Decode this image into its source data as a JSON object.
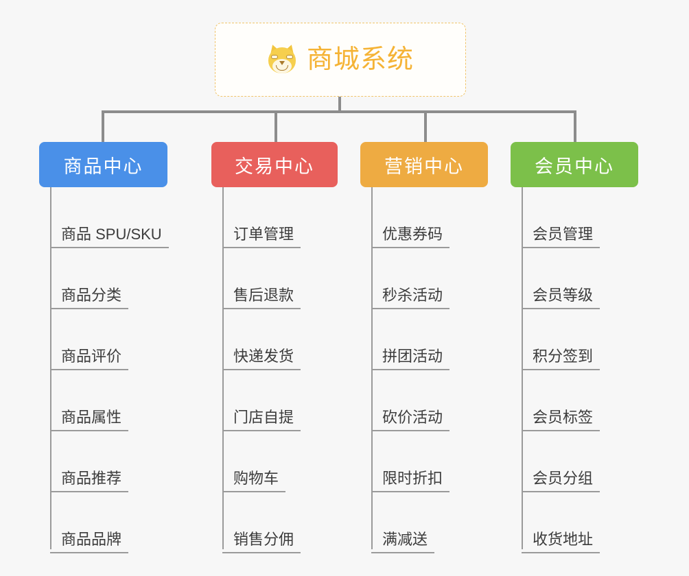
{
  "root": {
    "icon": "shiba-dog-icon",
    "title": "商城系统",
    "border_color": "#f0c46a",
    "text_color": "#f5b335"
  },
  "canvas": {
    "background": "#f7f7f7",
    "connector_color": "#8c8c8c",
    "trunk_color": "#9a9a9a",
    "leaf_text_color": "#3c3c3c"
  },
  "branches": [
    {
      "label": "商品中心",
      "color": "#4a90e8",
      "items": [
        "商品 SPU/SKU",
        "商品分类",
        "商品评价",
        "商品属性",
        "商品推荐",
        "商品品牌"
      ]
    },
    {
      "label": "交易中心",
      "color": "#e8605c",
      "items": [
        "订单管理",
        "售后退款",
        "快递发货",
        "门店自提",
        "购物车",
        "销售分佣"
      ]
    },
    {
      "label": "营销中心",
      "color": "#eeab42",
      "items": [
        "优惠券码",
        "秒杀活动",
        "拼团活动",
        "砍价活动",
        "限时折扣",
        "满减送"
      ]
    },
    {
      "label": "会员中心",
      "color": "#7cc04a",
      "items": [
        "会员管理",
        "会员等级",
        "积分签到",
        "会员标签",
        "会员分组",
        "收货地址"
      ]
    }
  ]
}
